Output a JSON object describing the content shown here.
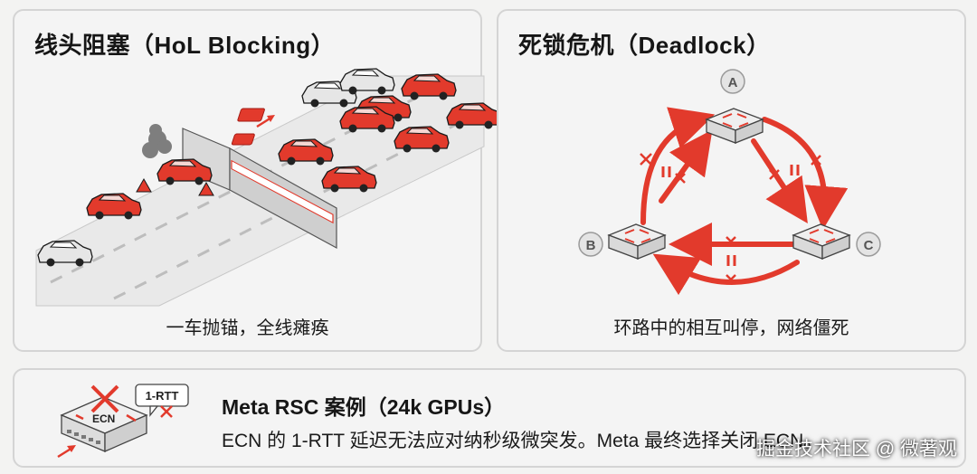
{
  "colors": {
    "accent": "#e23a2c",
    "accent_dark": "#b8231a",
    "card_bg": "#f4f4f4",
    "border": "#d4d4d4",
    "node_gray": "#9a9a9a"
  },
  "hol": {
    "title": "线头阻塞（HoL Blocking）",
    "caption": "一车抛锚，全线瘫痪",
    "icons": [
      "highway-icon",
      "broken-down-car-icon",
      "smoke-icon",
      "warning-triangle-icon",
      "barrier-icon",
      "packet-icon"
    ]
  },
  "deadlock": {
    "title": "死锁危机（Deadlock）",
    "caption": "环路中的相互叫停，网络僵死",
    "nodes": {
      "a": "A",
      "b": "B",
      "c": "C"
    },
    "icons": [
      "switch-icon",
      "cycle-arrow-icon",
      "pause-icon",
      "cross-icon"
    ]
  },
  "meta": {
    "badge": "1-RTT",
    "switch_label": "ECN",
    "title": "Meta RSC 案例（24k GPUs）",
    "description": "ECN 的 1-RTT 延迟无法应对纳秒级微突发。Meta 最终选择关闭 ECN。",
    "icons": [
      "ecn-switch-icon",
      "speech-bubble-icon",
      "cross-icon"
    ]
  },
  "watermark": "掘金技术社区 @ 微著观"
}
